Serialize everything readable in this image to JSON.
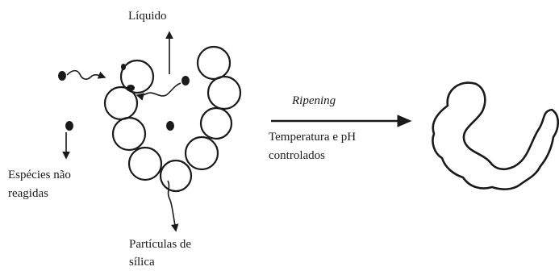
{
  "labels": {
    "liquid": "Líquido",
    "unreacted_line1": "Espécies não",
    "unreacted_line2": "reagidas",
    "ripening": "Ripening",
    "conditions_line1": "Temperatura e pH",
    "conditions_line2": "controlados",
    "particles_line1": "Partículas de",
    "particles_line2": "sílica"
  },
  "colors": {
    "ink": "#1a1a1a",
    "background": "#ffffff"
  }
}
